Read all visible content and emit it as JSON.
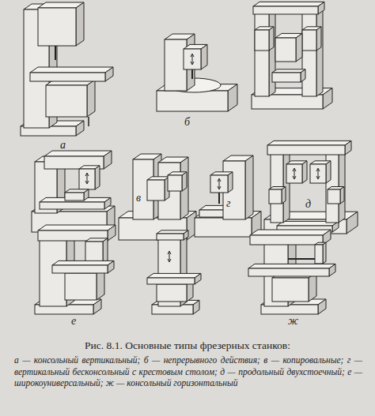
{
  "diagram": {
    "caption": "Рис. 8.1. Основные типы фрезерных станков:",
    "labels": [
      "а",
      "б",
      "в",
      "г",
      "д",
      "е",
      "ж",
      "а — консольный вертикальный; б — непрерывного действия; в — копировальные; г — вертикальный бесконсольный с крестовым столом; д — продольный двухстоечный; е — широкоуниверсальный; ж — консольный горизонтальный"
    ]
  }
}
